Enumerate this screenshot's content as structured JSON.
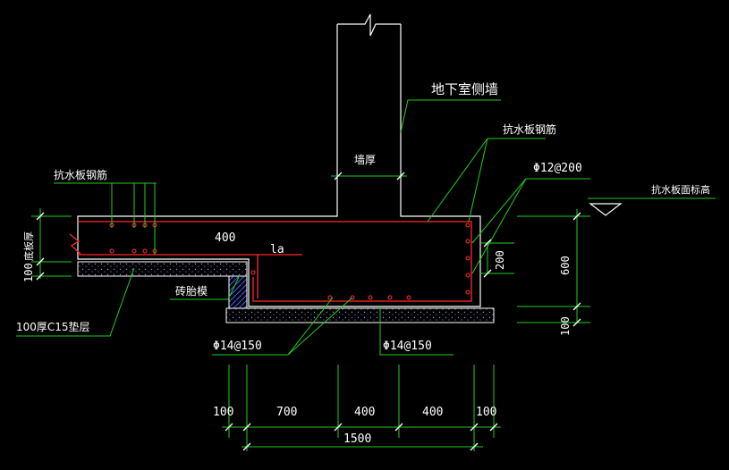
{
  "labels": {
    "wall_label": "地下室侧墙",
    "wall_thickness": "墙厚",
    "slab_rebar_left": "抗水板钢筋",
    "slab_rebar_right": "抗水板钢筋",
    "rebar_phi12": "Φ12@200",
    "slab_top_elev": "抗水板面标高",
    "slab_thickness": "底板厚",
    "len_400": "400",
    "la": "la",
    "cushion": "100厚C15垫层",
    "brick_mold": "砖胎模",
    "rebar_phi14_a": "Φ14@150",
    "rebar_phi14_b": "Φ14@150"
  },
  "dimensions": {
    "left_100": "100",
    "right_200": "200",
    "right_600": "600",
    "right_100": "100",
    "bottom": [
      "100",
      "700",
      "400",
      "400",
      "100"
    ],
    "total": "1500"
  },
  "colors": {
    "background": "#000000",
    "outline": "#ffffff",
    "rebar": "#ff2a2a",
    "leader": "#22cc22"
  }
}
